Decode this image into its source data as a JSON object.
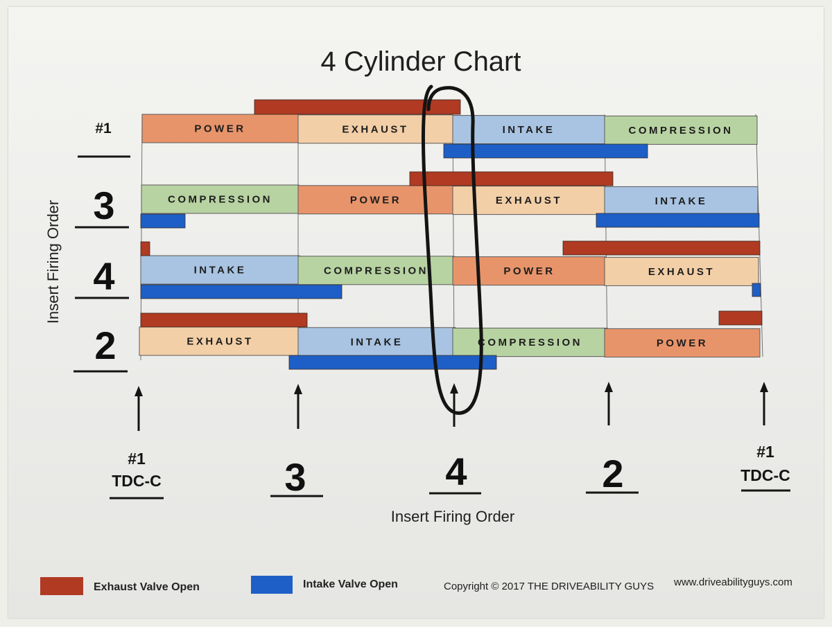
{
  "diagram": {
    "title": "4 Cylinder Chart",
    "y_axis_label": "Insert Firing Order",
    "x_axis_label": "Insert Firing Order",
    "row_labels": [
      "#1",
      "3",
      "4",
      "2"
    ],
    "strokes": {
      "power": "POWER",
      "exhaust": "EXHAUST",
      "intake": "INTAKE",
      "compression": "COMPRESSION"
    },
    "rows": [
      {
        "cylinder": "#1",
        "strokes": [
          "power",
          "exhaust",
          "intake",
          "compression"
        ]
      },
      {
        "cylinder": "3",
        "strokes": [
          "compression",
          "power",
          "exhaust",
          "intake"
        ]
      },
      {
        "cylinder": "4",
        "strokes": [
          "intake",
          "compression",
          "power",
          "exhaust"
        ]
      },
      {
        "cylinder": "2",
        "strokes": [
          "exhaust",
          "intake",
          "compression",
          "power"
        ]
      }
    ],
    "tdc_markers": [
      {
        "top": "#1",
        "bottom": "TDC-C"
      },
      {
        "top": "3"
      },
      {
        "top": "4"
      },
      {
        "top": "2"
      },
      {
        "top": "#1",
        "bottom": "TDC-C"
      }
    ],
    "legend": {
      "exhaust": "Exhaust Valve Open",
      "intake": "Intake Valve Open"
    },
    "copyright": "Copyright  ©  2017   THE DRIVEABILITY GUYS",
    "website": "www.driveabilityguys.com",
    "colors": {
      "power": "#e8946a",
      "exhaust": "#f3cfa7",
      "intake": "#a9c4e2",
      "compression": "#b8d3a2",
      "exhaust_valve": "#b03a22",
      "intake_valve": "#1d5fc6",
      "ink": "#141414"
    }
  }
}
